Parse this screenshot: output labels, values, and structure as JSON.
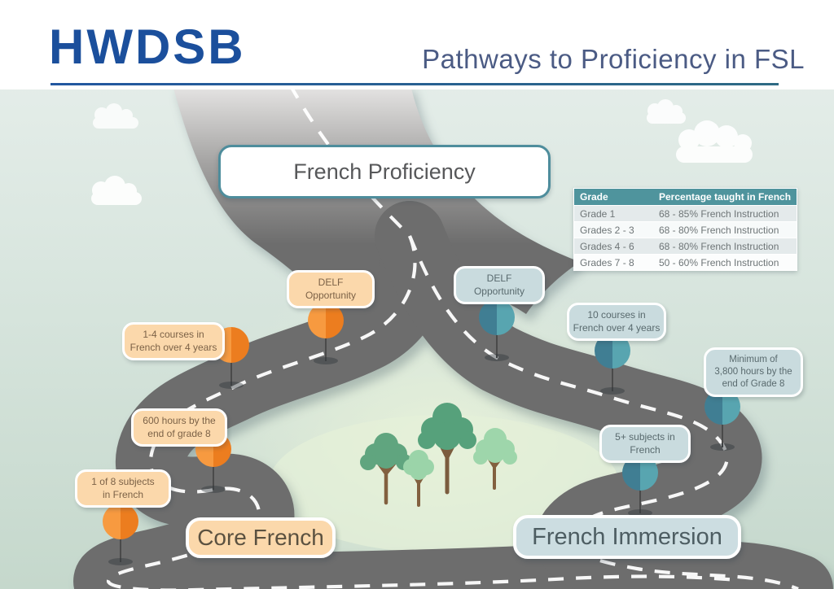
{
  "header": {
    "logo": "HWDSB",
    "title": "Pathways to Proficiency in FSL"
  },
  "proficiency": {
    "label": "French Proficiency"
  },
  "table": {
    "col1": "Grade",
    "col2": "Percentage taught in French",
    "rows": [
      {
        "grade": "Grade 1",
        "pct": "68 - 85% French Instruction"
      },
      {
        "grade": "Grades 2 - 3",
        "pct": "68 - 80% French Instruction"
      },
      {
        "grade": "Grades 4 - 6",
        "pct": "68 - 80% French Instruction"
      },
      {
        "grade": "Grades 7 - 8",
        "pct": "50 - 60% French Instruction"
      }
    ]
  },
  "core": {
    "title": "Core French",
    "delf": "DELF\nOpportunity",
    "courses": "1-4 courses in\nFrench over 4 years",
    "hours": "600 hours by the\nend of grade 8",
    "subjects": "1 of 8 subjects\nin French"
  },
  "immersion": {
    "title": "French Immersion",
    "delf": "DELF\nOpportunity",
    "courses": "10 courses in\nFrench over 4 years",
    "minimum": "Minimum of\n3,800 hours by the\nend of Grade 8",
    "subjects": "5+ subjects in\nFrench"
  },
  "colors": {
    "logo_blue": "#1b4f9c",
    "title_slate": "#4b5b84",
    "table_header_teal": "#4f949d",
    "road_gray": "#6d6d6d",
    "core_orange": "#ec7d1f",
    "core_tag_bg": "#fbd8ab",
    "immersion_teal": "#58a5b0",
    "immersion_tag_bg": "#c9dbde"
  }
}
